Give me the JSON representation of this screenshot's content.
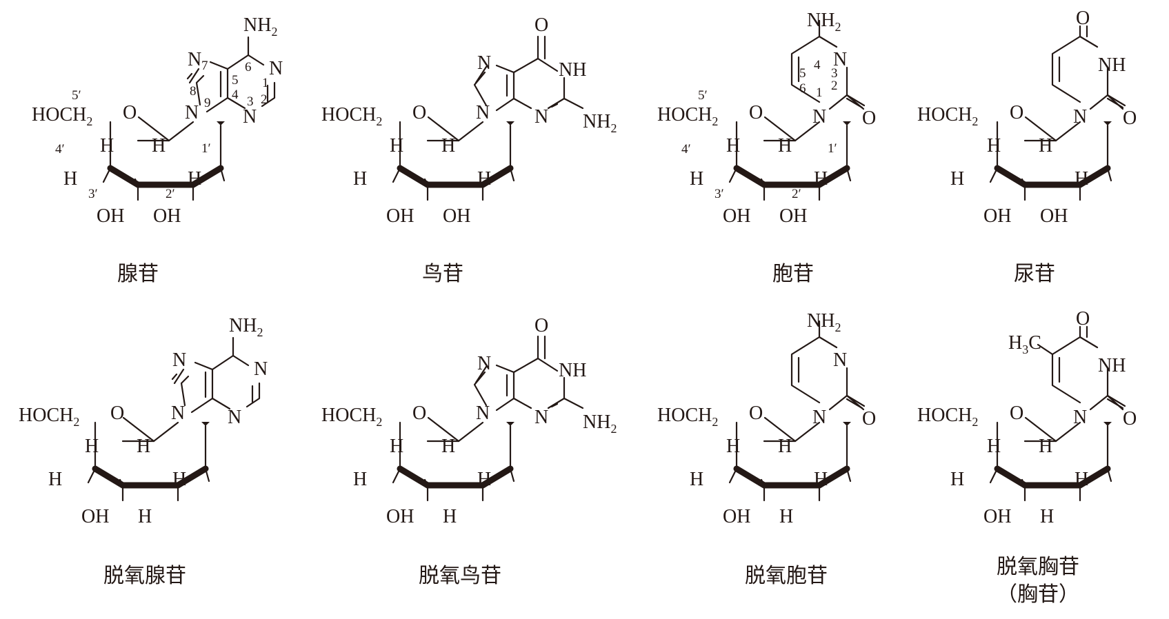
{
  "atoms": {
    "nitrogen": "N",
    "nitrogen_h": "NH",
    "oxygen": "O",
    "hydrogen": "H",
    "hydroxyl": "OH",
    "amino": "NH",
    "amino_sub": "2",
    "hydroxymethyl": "HOCH",
    "hydroxymethyl_sub": "2",
    "methyl_h": "H",
    "methyl_sub": "3",
    "methyl_c": "C"
  },
  "ring_numbers": {
    "purine": [
      "1",
      "2",
      "3",
      "4",
      "5",
      "6",
      "7",
      "8",
      "9"
    ],
    "pyrimidine": [
      "1",
      "2",
      "3",
      "4",
      "5",
      "6"
    ],
    "sugar": [
      "1′",
      "2′",
      "3′",
      "4′",
      "5′"
    ]
  },
  "nucleosides": [
    {
      "name": "腺苷"
    },
    {
      "name": "鸟苷"
    },
    {
      "name": "胞苷"
    },
    {
      "name": "尿苷"
    },
    {
      "name": "脱氧腺苷"
    },
    {
      "name": "脱氧鸟苷"
    },
    {
      "name": "脱氧胞苷"
    },
    {
      "name": "脱氧胸苷",
      "alt_name": "（胸苷）"
    }
  ]
}
